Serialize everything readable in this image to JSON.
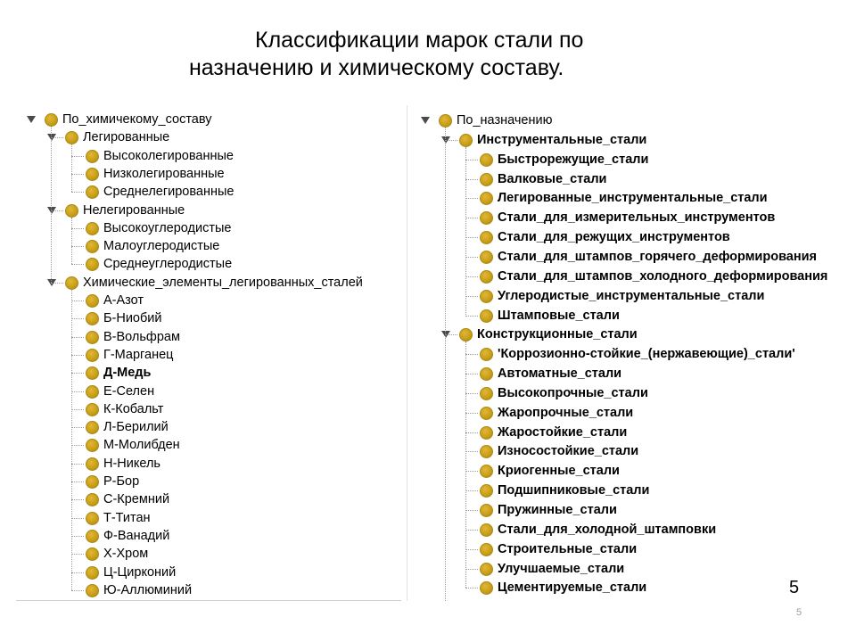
{
  "title": {
    "line1": "Классификации марок стали по",
    "line2": "назначению и химическому составу."
  },
  "left_tree": {
    "root": "По_химичекому_составу",
    "groups": [
      {
        "label": "Легированные",
        "children": [
          "Высоколегированные",
          "Низколегированные",
          "Среднелегированные"
        ]
      },
      {
        "label": "Нелегированные",
        "children": [
          "Высокоуглеродистые",
          "Малоуглеродистые",
          "Среднеуглеродистые"
        ]
      },
      {
        "label": "Химические_элементы_легированных_сталей",
        "children": [
          "А-Азот",
          "Б-Ниобий",
          "В-Вольфрам",
          "Г-Марганец",
          "Д-Медь",
          "Е-Селен",
          "К-Кобальт",
          "Л-Берилий",
          "М-Молибден",
          "Н-Никель",
          "Р-Бор",
          "С-Кремний",
          "Т-Титан",
          "Ф-Ванадий",
          "Х-Хром",
          "Ц-Цирконий",
          "Ю-Аллюминий"
        ],
        "bold_child": "Д-Медь"
      }
    ]
  },
  "right_tree": {
    "root": "По_назначению",
    "groups": [
      {
        "label": "Инструментальные_стали",
        "children": [
          "Быстрорежущие_стали",
          "Валковые_стали",
          "Легированные_инструментальные_стали",
          "Стали_для_измерительных_инструментов",
          "Стали_для_режущих_инструментов",
          "Стали_для_штампов_горячего_деформирования",
          "Стали_для_штампов_холодного_деформирования",
          "Углеродистые_инструментальные_стали",
          "Штамповые_стали"
        ]
      },
      {
        "label": "Конструкционные_стали",
        "children": [
          "'Коррозионно-стойкие_(нержавеющие)_стали'",
          "Автоматные_стали",
          "Высокопрочные_стали",
          "Жаропрочные_стали",
          "Жаростойкие_стали",
          "Износостойкие_стали",
          "Криогенные_стали",
          "Подшипниковые_стали",
          "Пружинные_стали",
          "Стали_для_холодной_штамповки",
          "Строительные_стали",
          "Улучшаемые_стали",
          "Цементируемые_стали"
        ]
      }
    ]
  },
  "page_number_large": "5",
  "page_number_small": "5"
}
